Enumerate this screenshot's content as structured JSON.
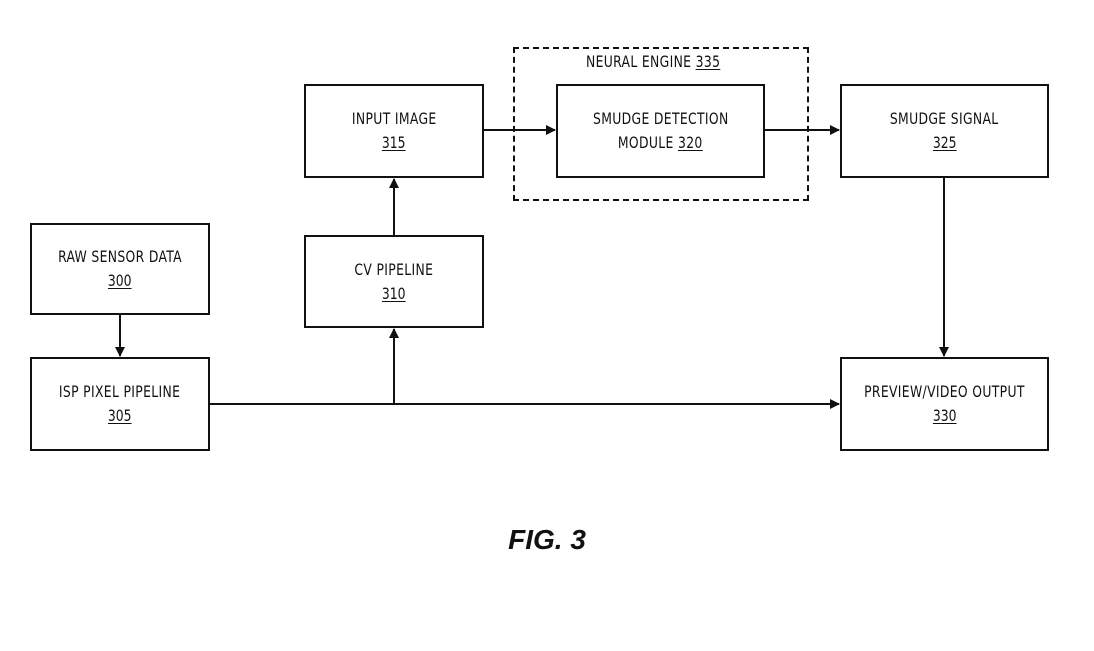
{
  "group": {
    "label": "NEURAL ENGINE",
    "num": "335"
  },
  "boxes": {
    "raw_sensor": {
      "label": "RAW SENSOR DATA",
      "num": "300"
    },
    "isp_pixel": {
      "label": "ISP PIXEL PIPELINE",
      "num": "305"
    },
    "cv_pipeline": {
      "label": "CV PIPELINE",
      "num": "310"
    },
    "input_image": {
      "label": "INPUT IMAGE",
      "num": "315"
    },
    "smudge_detection": {
      "label1": "SMUDGE DETECTION",
      "label2": "MODULE",
      "num": "320"
    },
    "smudge_signal": {
      "label": "SMUDGE SIGNAL",
      "num": "325"
    },
    "preview_output": {
      "label": "PREVIEW/VIDEO OUTPUT",
      "num": "330"
    }
  },
  "figure_caption": "FIG. 3"
}
